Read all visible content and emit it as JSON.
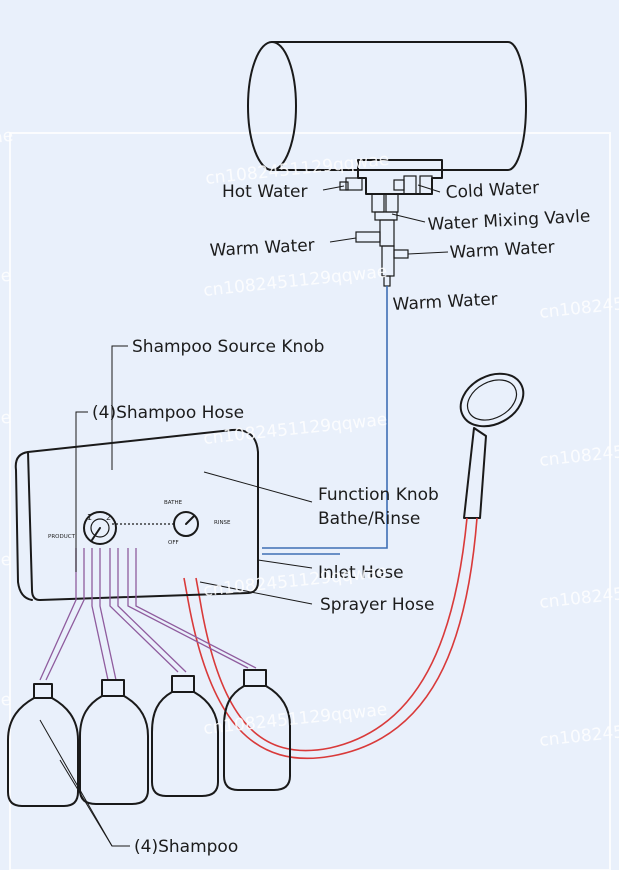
{
  "labels": {
    "hot_water": "Hot Water",
    "cold_water": "Cold Water",
    "water_mixing_valve": "Water Mixing Vavle",
    "warm_water_left": "Warm Water",
    "warm_water_right": "Warm Water",
    "warm_water_pipe": "Warm Water",
    "shampoo_source_knob": "Shampoo Source Knob",
    "shampoo_hose": "(4)Shampoo Hose",
    "function_knob": "Function Knob",
    "bathe_rinse": "Bathe/Rinse",
    "inlet_hose": "Inlet Hose",
    "sprayer_hose": "Sprayer Hose",
    "shampoo": "(4)Shampoo"
  },
  "panel_text": {
    "product": "PRODUCT",
    "knob_1": "1",
    "knob_2": "2",
    "bathe": "BATHE",
    "rinse": "RINSE",
    "off": "OFF"
  },
  "watermark": "cn1082451129qqwae",
  "colors": {
    "background": "#e9f0fb",
    "water_pipe": "#3f6fb5",
    "sprayer_hose": "#d93a3a",
    "shampoo_hose": "#8f5c9e",
    "outline": "#1a1a1a"
  }
}
